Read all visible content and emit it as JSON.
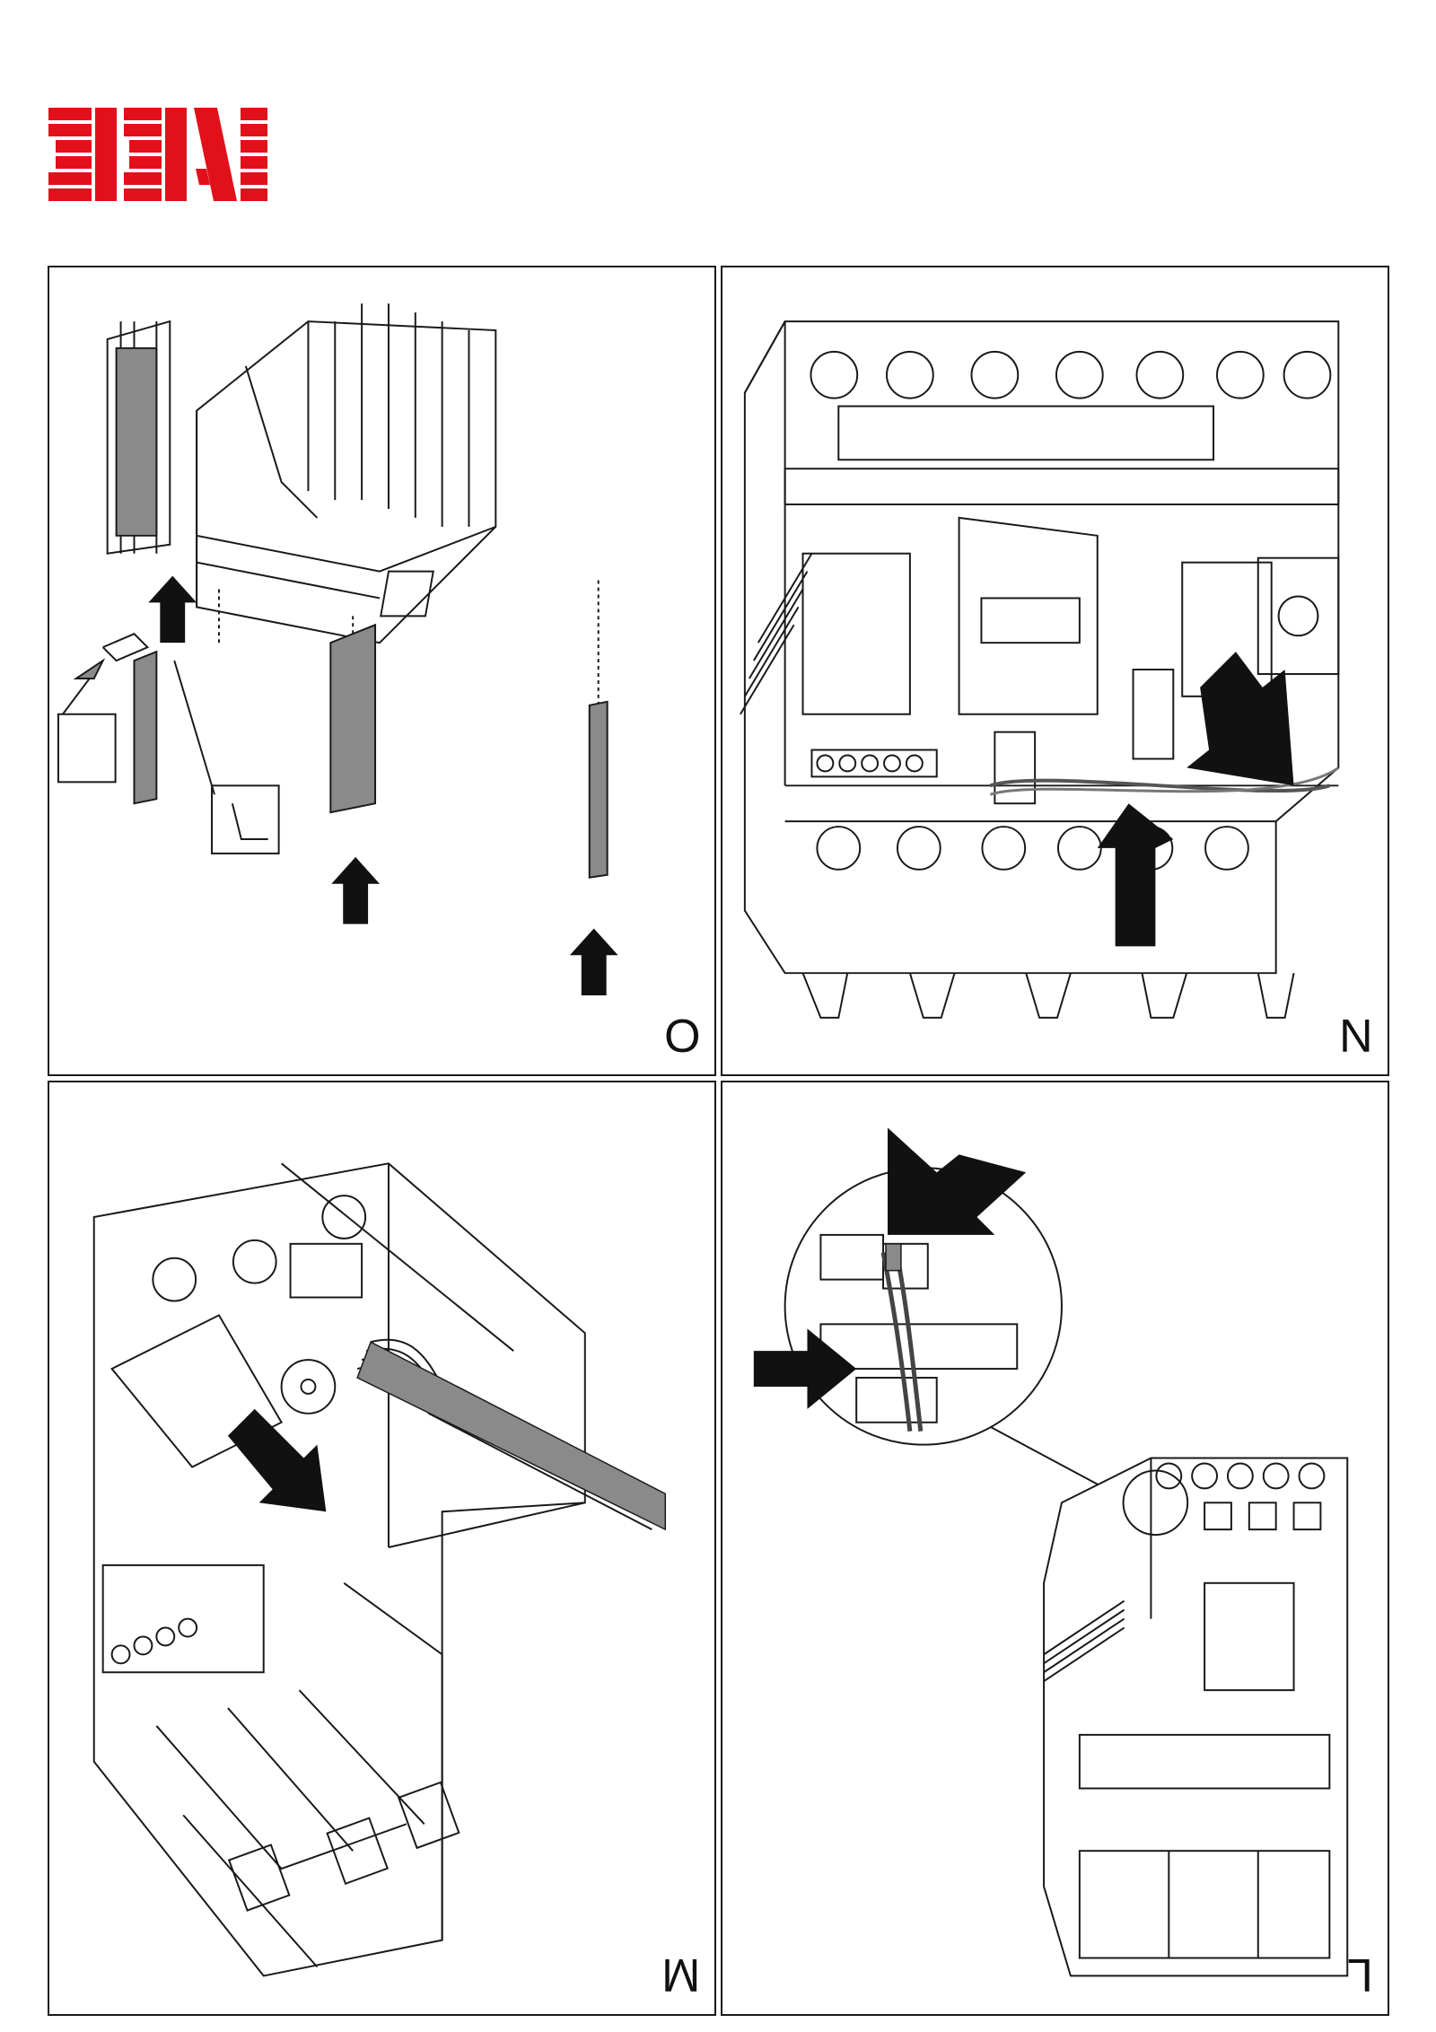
{
  "brand": {
    "logo_text": "ABB",
    "logo_color": "#e2101b"
  },
  "panels": [
    {
      "letter": "O"
    },
    {
      "letter": "N"
    },
    {
      "letter": "M"
    },
    {
      "letter": "L"
    }
  ],
  "colors": {
    "line": "#1a1a1a",
    "fill_gray": "#8a8a8a",
    "arrow": "#111111"
  }
}
